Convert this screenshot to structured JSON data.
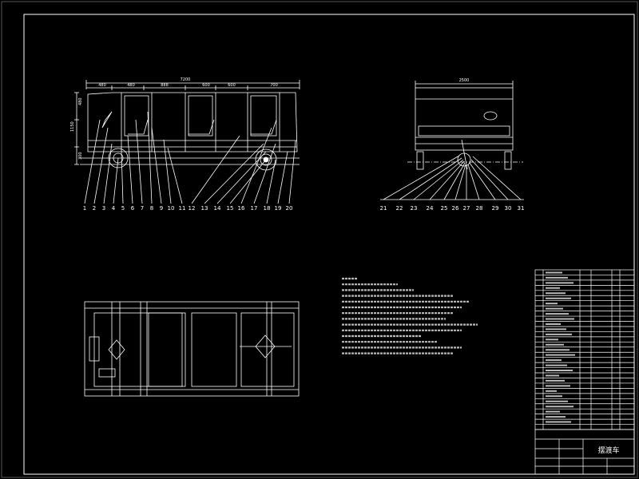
{
  "side_view": {
    "overall_dim": "7200",
    "segment_dims": [
      "480",
      "480",
      "888",
      "600",
      "600",
      "700"
    ],
    "height_dims": [
      "480",
      "1150",
      "300"
    ],
    "callouts": [
      "1",
      "2",
      "3",
      "4",
      "5",
      "6",
      "7",
      "8",
      "9",
      "10",
      "11",
      "12",
      "13",
      "14",
      "15",
      "16",
      "17",
      "18",
      "19",
      "20"
    ]
  },
  "end_view": {
    "overall_dim": "2500",
    "callouts": [
      "21",
      "22",
      "23",
      "24",
      "25",
      "26",
      "27",
      "28",
      "29",
      "30",
      "31"
    ]
  },
  "title_block": {
    "drawing_title": "摆渡车"
  }
}
